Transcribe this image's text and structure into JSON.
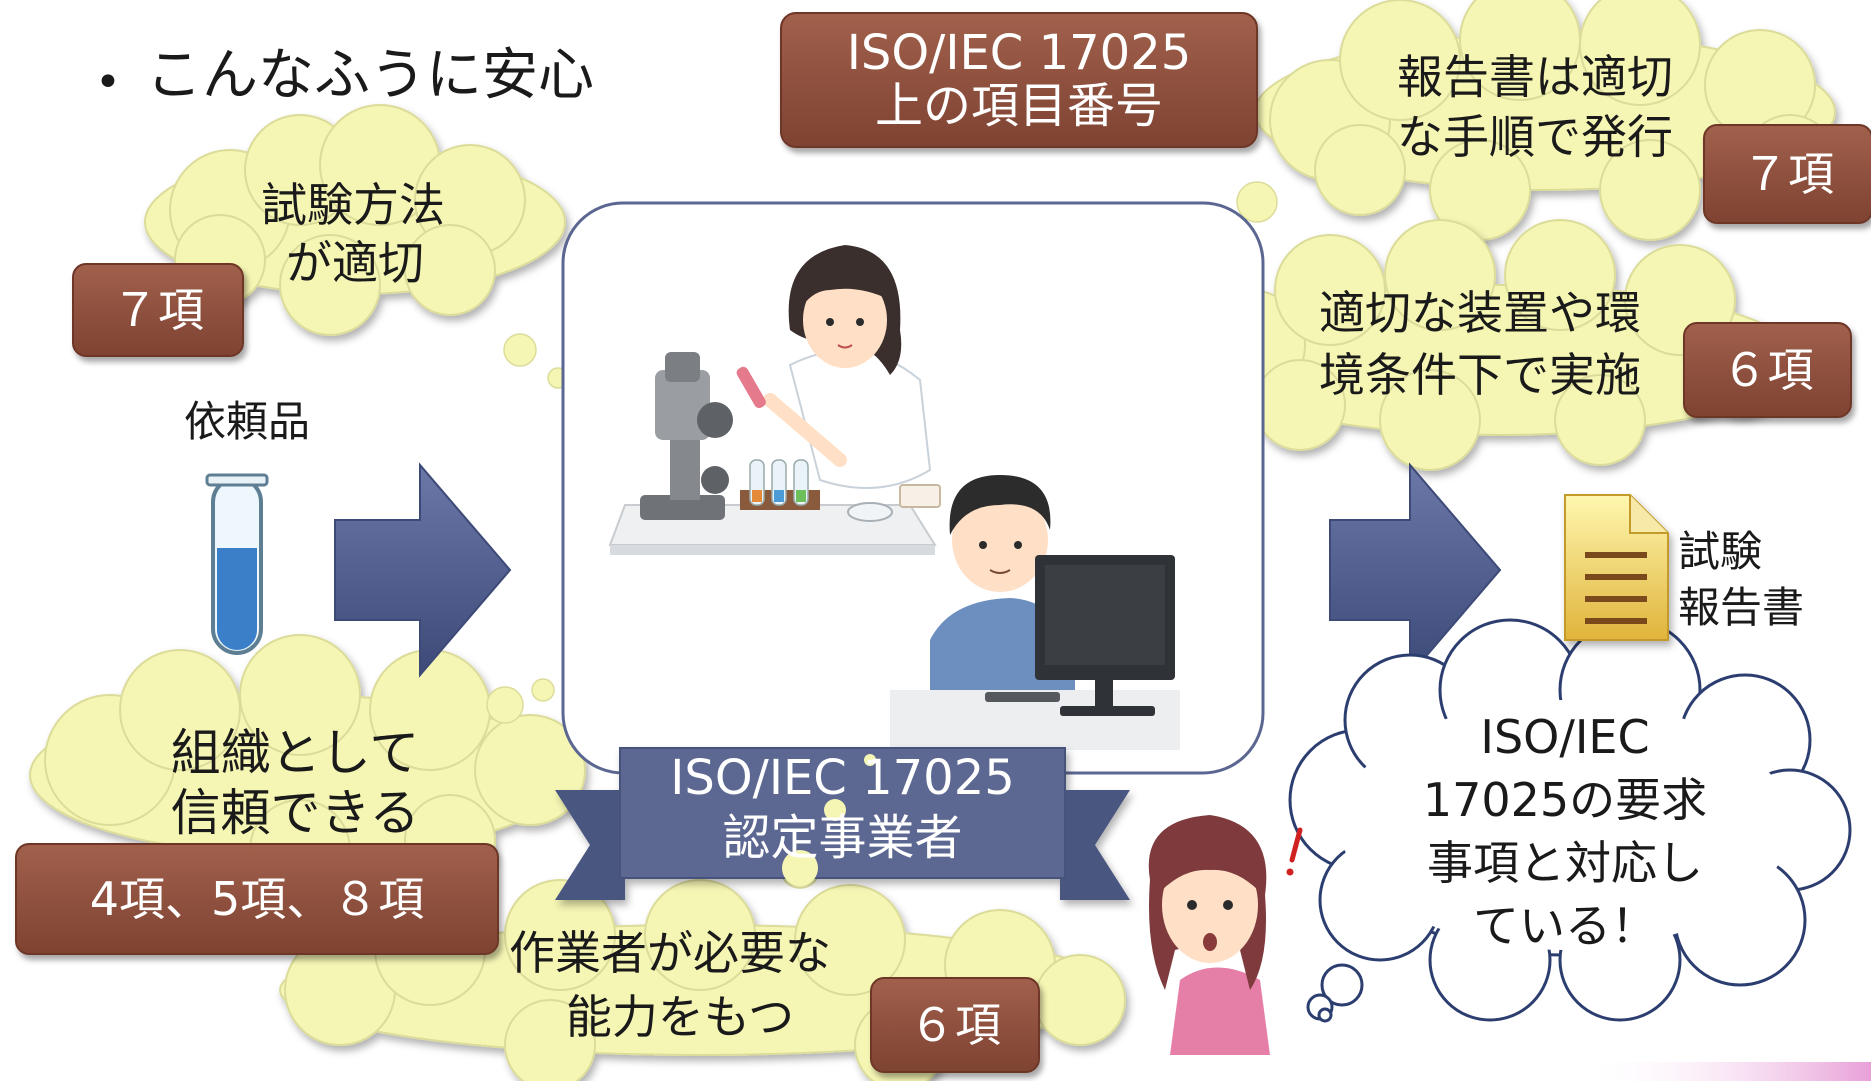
{
  "title": {
    "bullet": "•",
    "text": "こんなふうに安心"
  },
  "iso_header": {
    "line1": "ISO/IEC 17025",
    "line2": "上の項目番号"
  },
  "clouds": {
    "method": {
      "line1": "試験方法",
      "line2": "が適切",
      "badge": "７項"
    },
    "report": {
      "line1": "報告書は適切",
      "line2": "な手順で発行",
      "badge": "７項"
    },
    "equipment": {
      "line1": "適切な装置や環",
      "line2": "境条件下で実施",
      "badge": "６項"
    },
    "organization": {
      "line1": "組織として",
      "line2": "信頼できる",
      "badge": "4項、5項、８項"
    },
    "personnel": {
      "line1": "作業者が必要な",
      "line2": "能力をもつ",
      "badge": "６項"
    },
    "thought": {
      "line1": "ISO/IEC",
      "line2": "17025の要求",
      "line3": "事項と対応し",
      "line4": "ている！"
    }
  },
  "sample_label": "依頼品",
  "report_label": {
    "line1": "試験",
    "line2": "報告書"
  },
  "ribbon": {
    "line1": "ISO/IEC 17025",
    "line2": "認定事業者"
  },
  "colors": {
    "badge": "#8a4b38",
    "cloud": "#f5f6b4",
    "arrow": "#4f5d8c",
    "ribbon": "#5b6791"
  }
}
